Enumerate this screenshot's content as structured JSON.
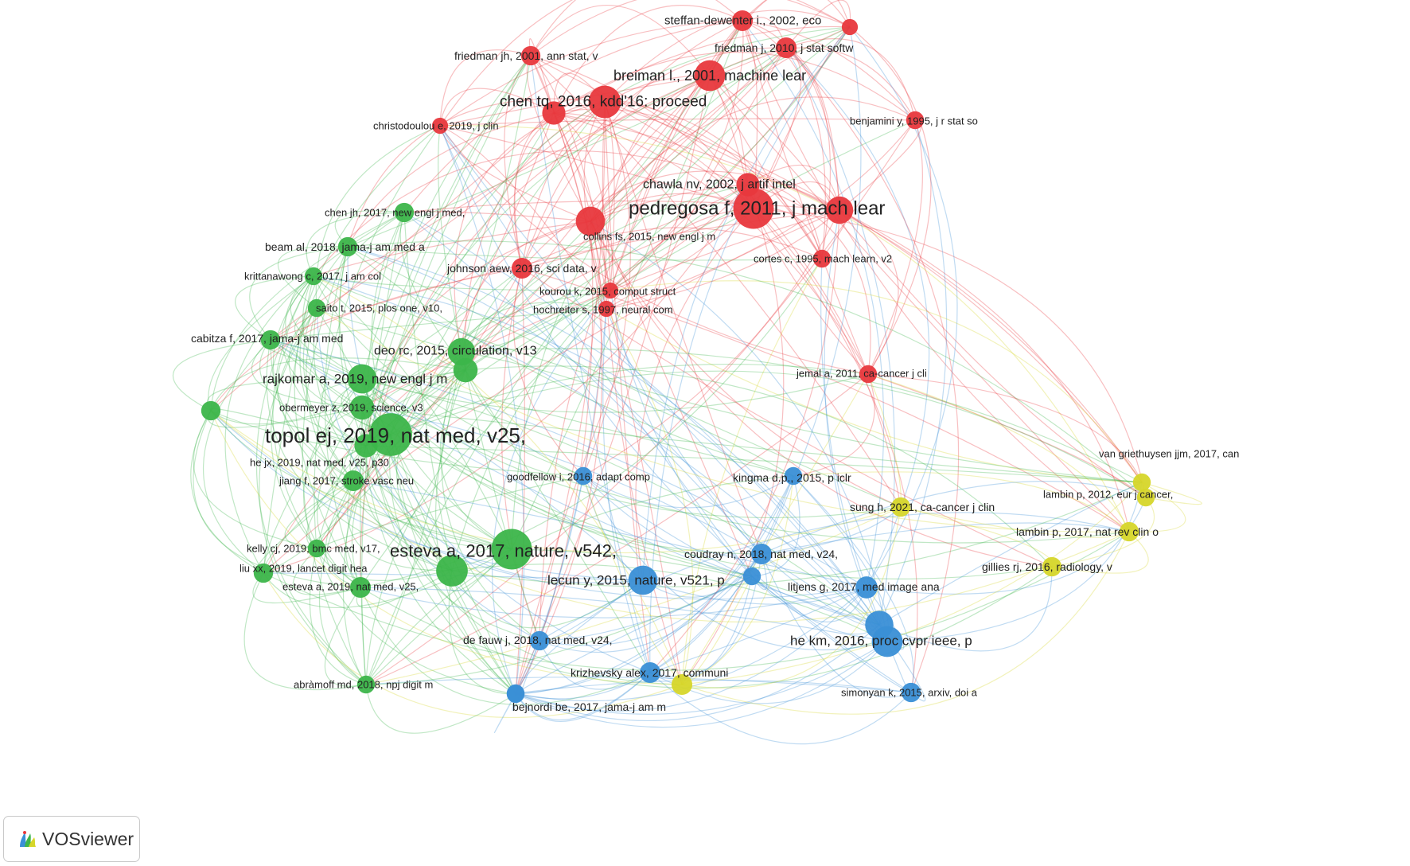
{
  "app": {
    "name": "VOSviewer"
  },
  "colors": {
    "red": "#e8383d",
    "green": "#3cb54a",
    "blue": "#3a8fd6",
    "yellow": "#d6d62a"
  },
  "network": {
    "nodes": [
      {
        "id": "pedregosa",
        "label": "pedregosa f, 2011, j mach lear",
        "cluster": "red",
        "weight": 30
      },
      {
        "id": "chen_tq",
        "label": "chen tq, 2016, kdd'16: proceed",
        "cluster": "red",
        "weight": 18
      },
      {
        "id": "breiman",
        "label": "breiman l., 2001, machine lear",
        "cluster": "red",
        "weight": 16
      },
      {
        "id": "steffan",
        "label": "steffan-dewenter i., 2002, eco",
        "cluster": "red",
        "weight": 6
      },
      {
        "id": "friedman_j",
        "label": "friedman j, 2010, j stat softw",
        "cluster": "red",
        "weight": 6
      },
      {
        "id": "friedman_jh",
        "label": "friedman jh, 2001, ann stat, v",
        "cluster": "red",
        "weight": 5
      },
      {
        "id": "christodoulou",
        "label": "christodoulou e, 2019, j clin",
        "cluster": "red",
        "weight": 3
      },
      {
        "id": "benjamini",
        "label": "benjamini y, 1995, j r stat so",
        "cluster": "red",
        "weight": 4
      },
      {
        "id": "chawla",
        "label": "chawla nv, 2002, j artif intel",
        "cluster": "red",
        "weight": 8
      },
      {
        "id": "collins",
        "label": "collins fs, 2015, new engl j m",
        "cluster": "red",
        "weight": 14
      },
      {
        "id": "cortes",
        "label": "cortes c, 1995, mach learn, v2",
        "cluster": "red",
        "weight": 4
      },
      {
        "id": "kourou",
        "label": "kourou k, 2015, comput struct",
        "cluster": "red",
        "weight": 3
      },
      {
        "id": "hochreiter",
        "label": "hochreiter s, 1997, neural com",
        "cluster": "red",
        "weight": 3
      },
      {
        "id": "jemal",
        "label": "jemal a, 2011, ca-cancer j cli",
        "cluster": "red",
        "weight": 4
      },
      {
        "id": "johnson",
        "label": "johnson aew, 2016, sci data, v",
        "cluster": "red",
        "weight": 6
      },
      {
        "id": "topol",
        "label": "topol ej, 2019, nat med, v25,",
        "cluster": "green",
        "weight": 34
      },
      {
        "id": "esteva2017",
        "label": "esteva a, 2017, nature, v542,",
        "cluster": "green",
        "weight": 30
      },
      {
        "id": "rajkomar",
        "label": "rajkomar a, 2019, new engl j m",
        "cluster": "green",
        "weight": 14
      },
      {
        "id": "deo",
        "label": "deo rc, 2015, circulation, v13",
        "cluster": "green",
        "weight": 12
      },
      {
        "id": "obermeyer",
        "label": "obermeyer z, 2019, science, v3",
        "cluster": "green",
        "weight": 9
      },
      {
        "id": "he_jx",
        "label": "he jx, 2019, nat med, v25, p30",
        "cluster": "green",
        "weight": 8
      },
      {
        "id": "jiang",
        "label": "jiang f, 2017, stroke vasc neu",
        "cluster": "green",
        "weight": 6
      },
      {
        "id": "chen_jh",
        "label": "chen jh, 2017, new engl j med,",
        "cluster": "green",
        "weight": 5
      },
      {
        "id": "beam",
        "label": "beam al, 2018, jama-j am med a",
        "cluster": "green",
        "weight": 5
      },
      {
        "id": "krittanawong",
        "label": "krittanawong c, 2017, j am col",
        "cluster": "green",
        "weight": 4
      },
      {
        "id": "saito",
        "label": "saito t, 2015, plos one, v10,",
        "cluster": "green",
        "weight": 4
      },
      {
        "id": "cabitza",
        "label": "cabitza f, 2017, jama-j am med",
        "cluster": "green",
        "weight": 5
      },
      {
        "id": "kelly",
        "label": "kelly cj, 2019, bmc med, v17,",
        "cluster": "green",
        "weight": 4
      },
      {
        "id": "liu_xx",
        "label": "liu xx, 2019, lancet digit hea",
        "cluster": "green",
        "weight": 5
      },
      {
        "id": "esteva2019",
        "label": "esteva a, 2019, nat med, v25,",
        "cluster": "green",
        "weight": 6
      },
      {
        "id": "abramoff",
        "label": "abràmoff md, 2018, npj digit m",
        "cluster": "green",
        "weight": 4
      },
      {
        "id": "lecun",
        "label": "lecun y, 2015, nature, v521, p",
        "cluster": "blue",
        "weight": 14
      },
      {
        "id": "he_km",
        "label": "he km, 2016, proc cvpr ieee, p",
        "cluster": "blue",
        "weight": 16
      },
      {
        "id": "kingma",
        "label": "kingma d.p., 2015, p iclr",
        "cluster": "blue",
        "weight": 4
      },
      {
        "id": "goodfellow",
        "label": "goodfellow i, 2016, adapt comp",
        "cluster": "blue",
        "weight": 4
      },
      {
        "id": "coudray",
        "label": "coudray n, 2018, nat med, v24,",
        "cluster": "blue",
        "weight": 6
      },
      {
        "id": "litjens",
        "label": "litjens g, 2017, med image ana",
        "cluster": "blue",
        "weight": 7
      },
      {
        "id": "de_fauw",
        "label": "de fauw j, 2018, nat med, v24,",
        "cluster": "blue",
        "weight": 5
      },
      {
        "id": "krizhevsky",
        "label": "krizhevsky alex, 2017, communi",
        "cluster": "blue",
        "weight": 6
      },
      {
        "id": "bejnordi",
        "label": "bejnordi be, 2017, jama-j am m",
        "cluster": "blue",
        "weight": 4
      },
      {
        "id": "simonyan",
        "label": "simonyan k, 2015, arxiv, doi a",
        "cluster": "blue",
        "weight": 5
      },
      {
        "id": "van_griethuysen",
        "label": "van griethuysen jjm, 2017, can",
        "cluster": "yellow",
        "weight": 4
      },
      {
        "id": "lambin2012",
        "label": "lambin p, 2012, eur j cancer,",
        "cluster": "yellow",
        "weight": 4
      },
      {
        "id": "lambin2017",
        "label": "lambin p, 2017, nat rev clin o",
        "cluster": "yellow",
        "weight": 5
      },
      {
        "id": "gillies",
        "label": "gillies rj, 2016, radiology, v",
        "cluster": "yellow",
        "weight": 5
      },
      {
        "id": "sung",
        "label": "sung h, 2021, ca-cancer j clin",
        "cluster": "yellow",
        "weight": 5
      },
      {
        "id": "yellow_hub",
        "label": "",
        "cluster": "yellow",
        "weight": 6
      },
      {
        "id": "red_a",
        "label": "",
        "cluster": "red",
        "weight": 3
      },
      {
        "id": "red_b",
        "label": "",
        "cluster": "red",
        "weight": 8
      },
      {
        "id": "green_a",
        "label": "",
        "cluster": "green",
        "weight": 5
      },
      {
        "id": "green_b",
        "label": "",
        "cluster": "green",
        "weight": 9
      },
      {
        "id": "green_c",
        "label": "",
        "cluster": "green",
        "weight": 17
      },
      {
        "id": "blue_a",
        "label": "",
        "cluster": "blue",
        "weight": 4
      },
      {
        "id": "blue_b",
        "label": "",
        "cluster": "blue",
        "weight": 13
      },
      {
        "id": "blue_c",
        "label": "",
        "cluster": "blue",
        "weight": 4
      },
      {
        "id": "red_c",
        "label": "",
        "cluster": "red",
        "weight": 12
      }
    ]
  }
}
